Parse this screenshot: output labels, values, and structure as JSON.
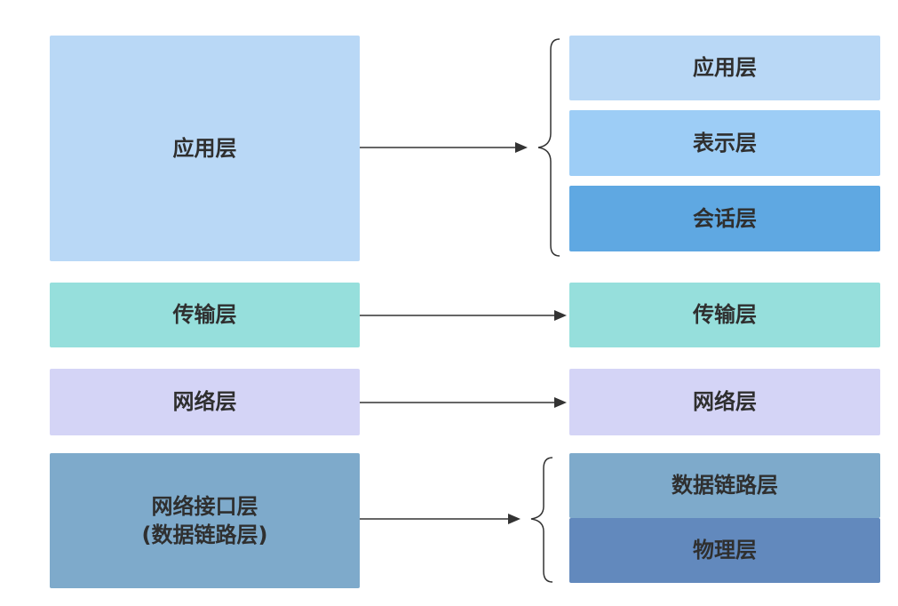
{
  "colors": {
    "application": "#b9d8f6",
    "presentation": "#9dcdf6",
    "session": "#5fa8e2",
    "transport": "#96dfdc",
    "network": "#d4d4f6",
    "netif": "#7eaacb",
    "datalink": "#7eaacb",
    "physical": "#6289bd",
    "arrow": "#333333"
  },
  "left": {
    "application": "应用层",
    "transport": "传输层",
    "network": "网络层",
    "netif_line1": "网络接口层",
    "netif_line2": "(数据链路层)"
  },
  "right": {
    "application": "应用层",
    "presentation": "表示层",
    "session": "会话层",
    "transport": "传输层",
    "network": "网络层",
    "datalink": "数据链路层",
    "physical": "物理层"
  }
}
